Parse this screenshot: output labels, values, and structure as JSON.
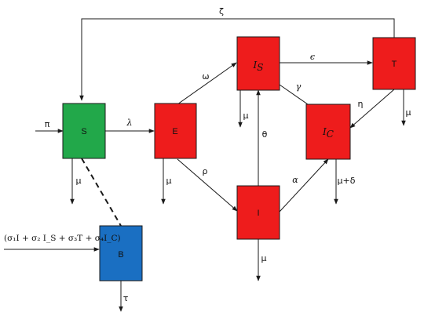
{
  "colors": {
    "susceptible": "#22a84a",
    "compartment": "#ee1c1c",
    "environment": "#1a6fc2",
    "line": "#1a1a1a"
  },
  "nodes": {
    "S": "S",
    "E": "E",
    "Is_main": "I",
    "Is_sub": "S",
    "Ic_main": "I",
    "Ic_sub": "C",
    "T": "T",
    "I": "I",
    "B": "B"
  },
  "rates": {
    "pi": "π",
    "lambda": "λ",
    "omega": "ω",
    "rho": "ρ",
    "epsilon": "ϵ",
    "gamma": "γ",
    "eta": "η",
    "theta": "θ",
    "alpha": "α",
    "zeta": "ζ",
    "mu": "μ",
    "mu_delta": "μ+δ",
    "tau": "τ"
  },
  "formula": "(σ₁I + σ₂ I_S + σ₃T + σ₄I_C)"
}
